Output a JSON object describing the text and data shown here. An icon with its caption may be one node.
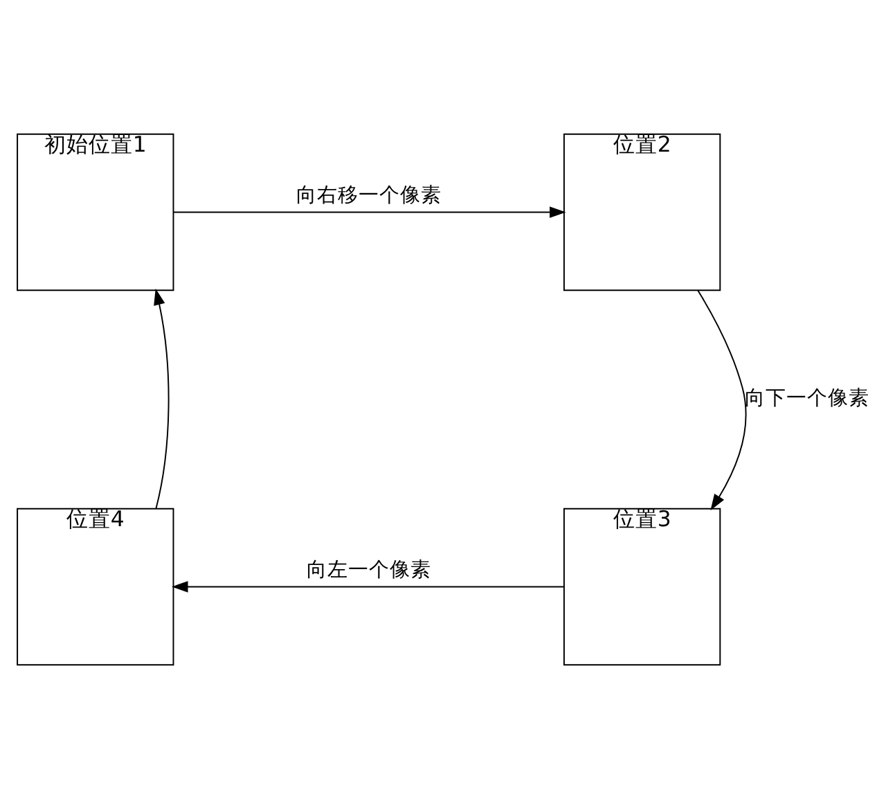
{
  "diagram": {
    "nodes": [
      {
        "text": [
          "初始位置1"
        ]
      },
      {
        "text": [
          "位置2"
        ]
      },
      {
        "text": [
          "位置3"
        ]
      },
      {
        "text": [
          "位置4"
        ]
      }
    ],
    "edges": [
      {
        "from": 0,
        "to": 1,
        "arrow": "to",
        "label": "向右移一个像素"
      },
      {
        "from": 1,
        "to": 2,
        "arrow": "to",
        "label": "向下一个像素"
      },
      {
        "from": 2,
        "to": 3,
        "arrow": "to",
        "label": "向左一个像素"
      },
      {
        "from": 3,
        "to": 0,
        "arrow": "to"
      }
    ]
  }
}
